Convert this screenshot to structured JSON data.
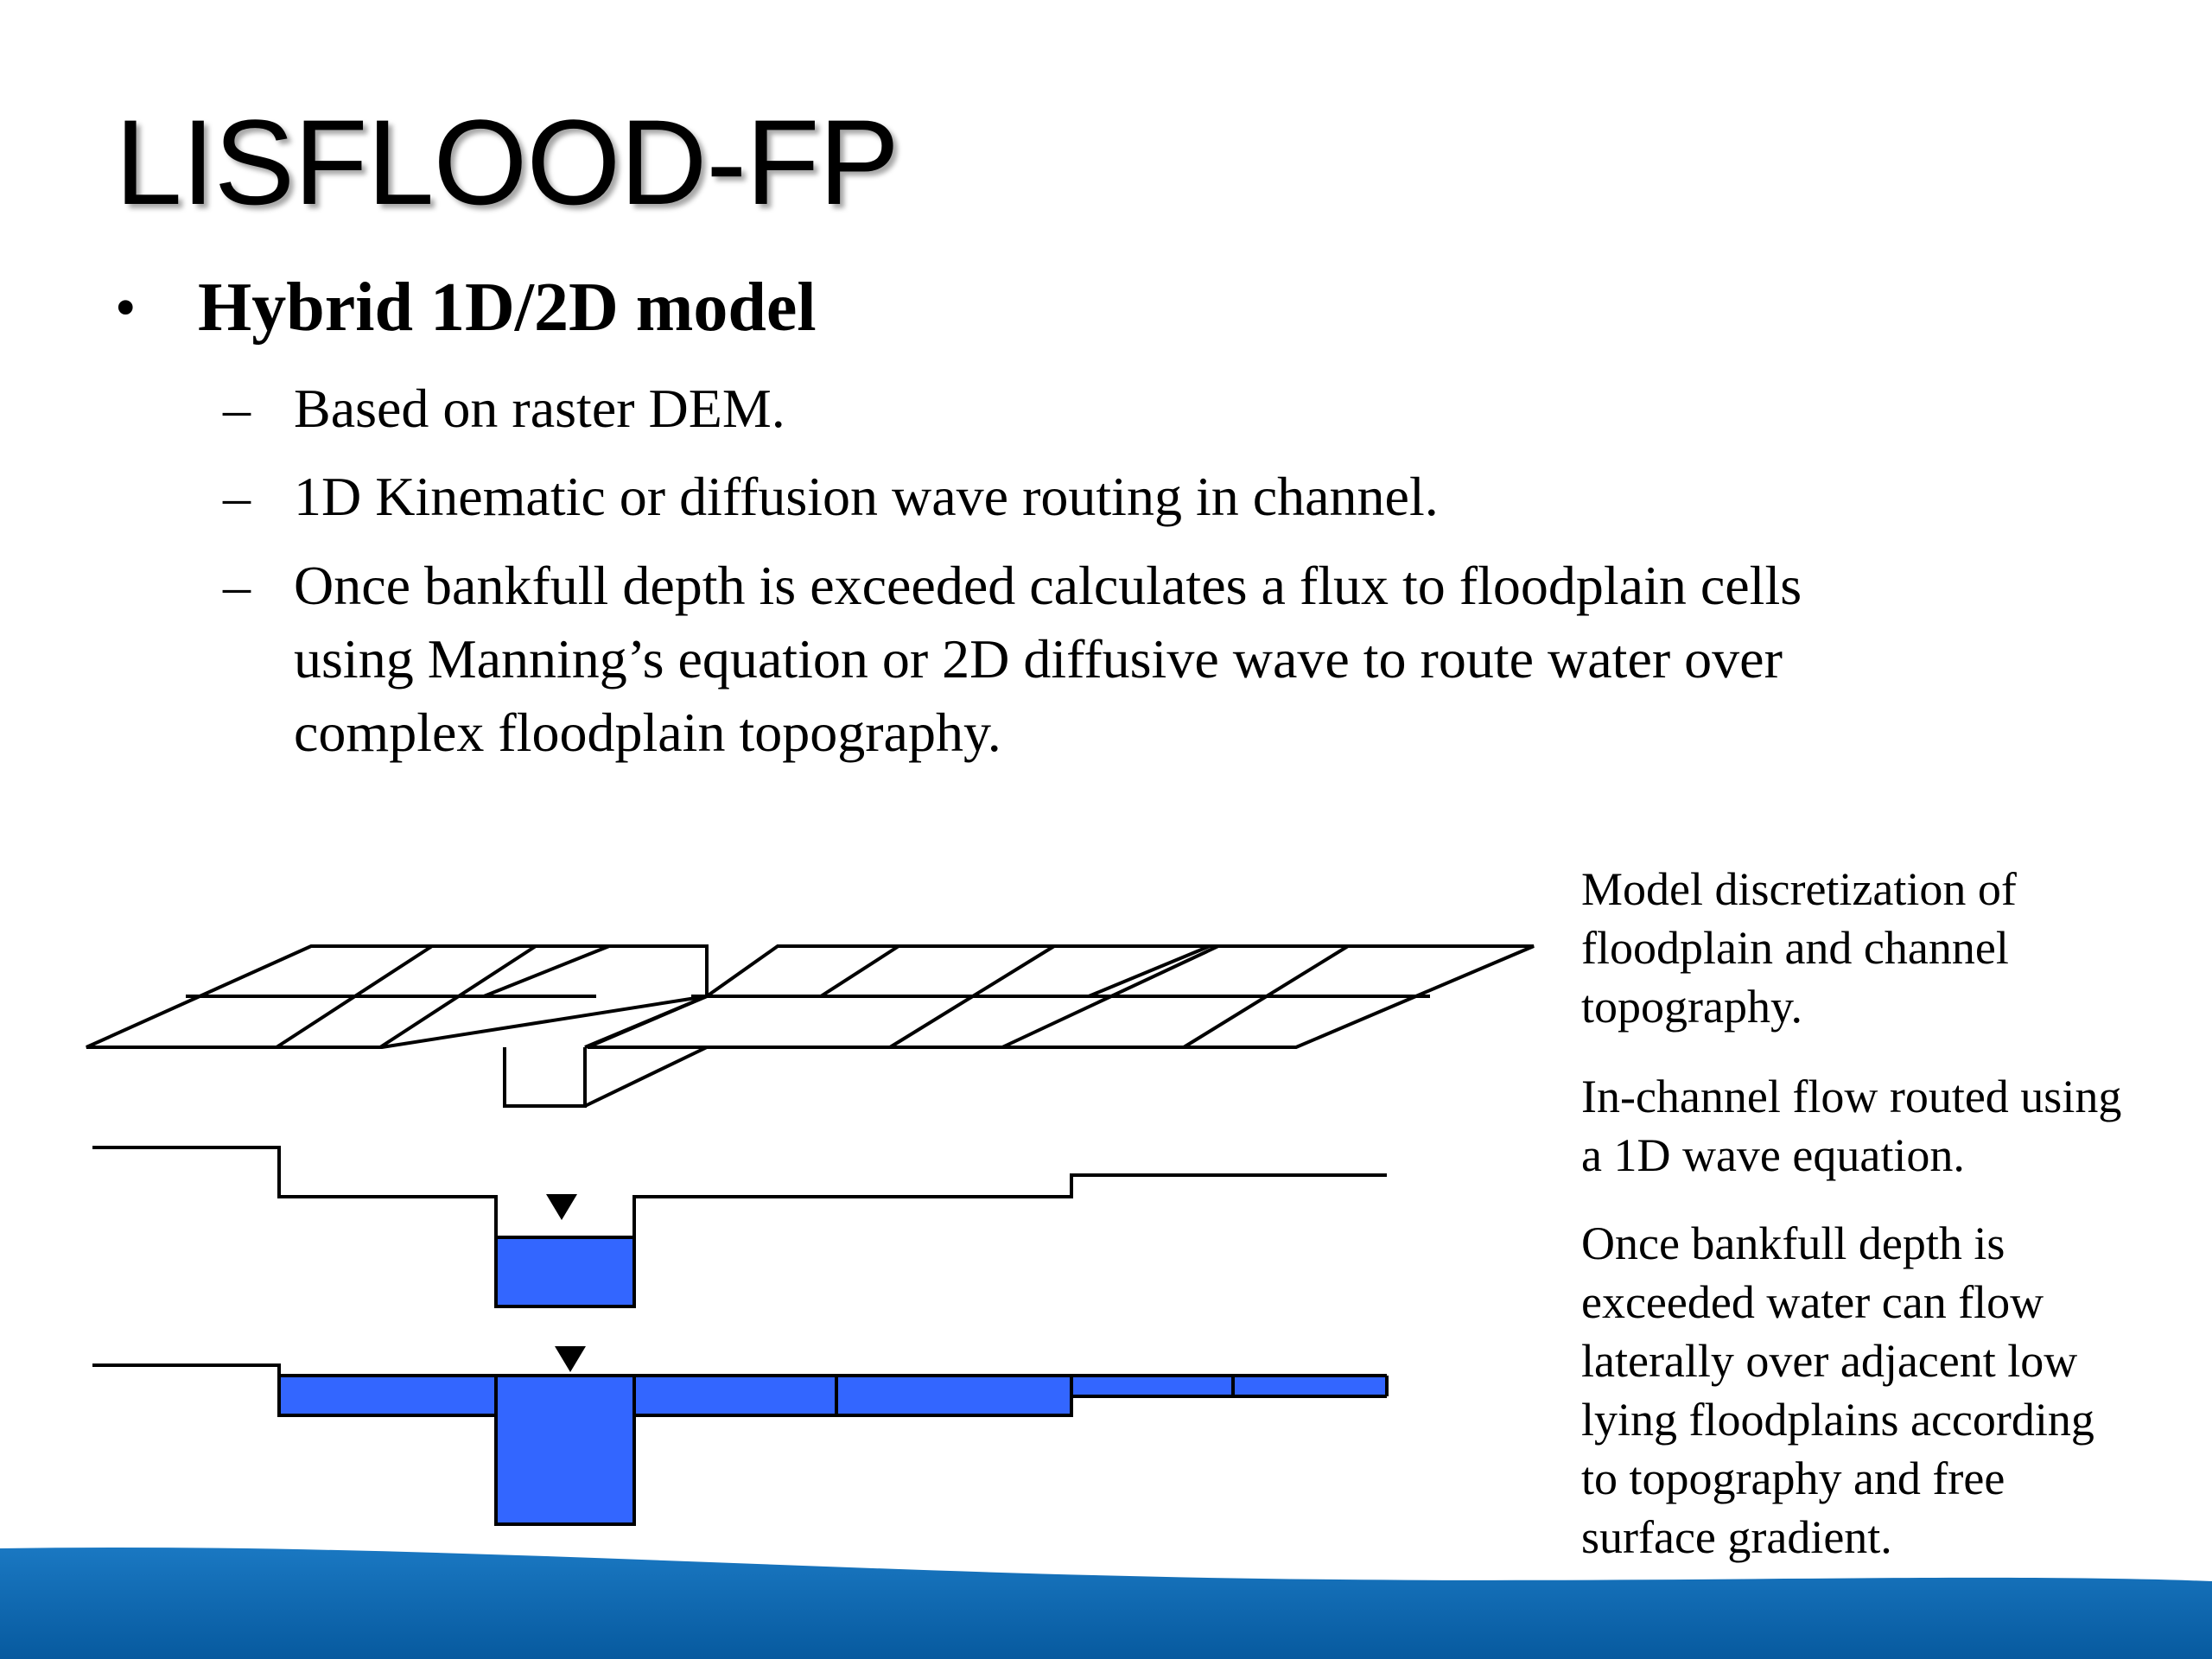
{
  "slide": {
    "title": "LISFLOOD-FP",
    "bullet": {
      "marker": "•",
      "text": "Hybrid 1D/2D model"
    },
    "subbullets": [
      {
        "marker": "–",
        "lines": [
          "Based on raster DEM."
        ]
      },
      {
        "marker": "–",
        "lines": [
          "1D Kinematic or diffusion wave routing in channel."
        ]
      },
      {
        "marker": "–",
        "lines": [
          "Once bankfull depth is exceeded calculates a flux to floodplain cells",
          "using Manning’s equation or 2D diffusive wave to route water over",
          "complex floodplain topography."
        ]
      }
    ],
    "captions": [
      {
        "lines": [
          "Model discretization of",
          "floodplain and channel",
          "topography."
        ]
      },
      {
        "lines": [
          "In-channel flow routed using",
          "a 1D wave equation."
        ]
      },
      {
        "lines": [
          "Once bankfull depth is",
          "exceeded water can flow",
          "laterally over adjacent low",
          "lying floodplains according",
          "to topography and free",
          "surface gradient."
        ]
      }
    ]
  },
  "colors": {
    "water": "#3366ff",
    "footer_band": "#0b63b0",
    "line": "#000000"
  },
  "icons": {
    "water_level_marker": "inverted-triangle"
  }
}
